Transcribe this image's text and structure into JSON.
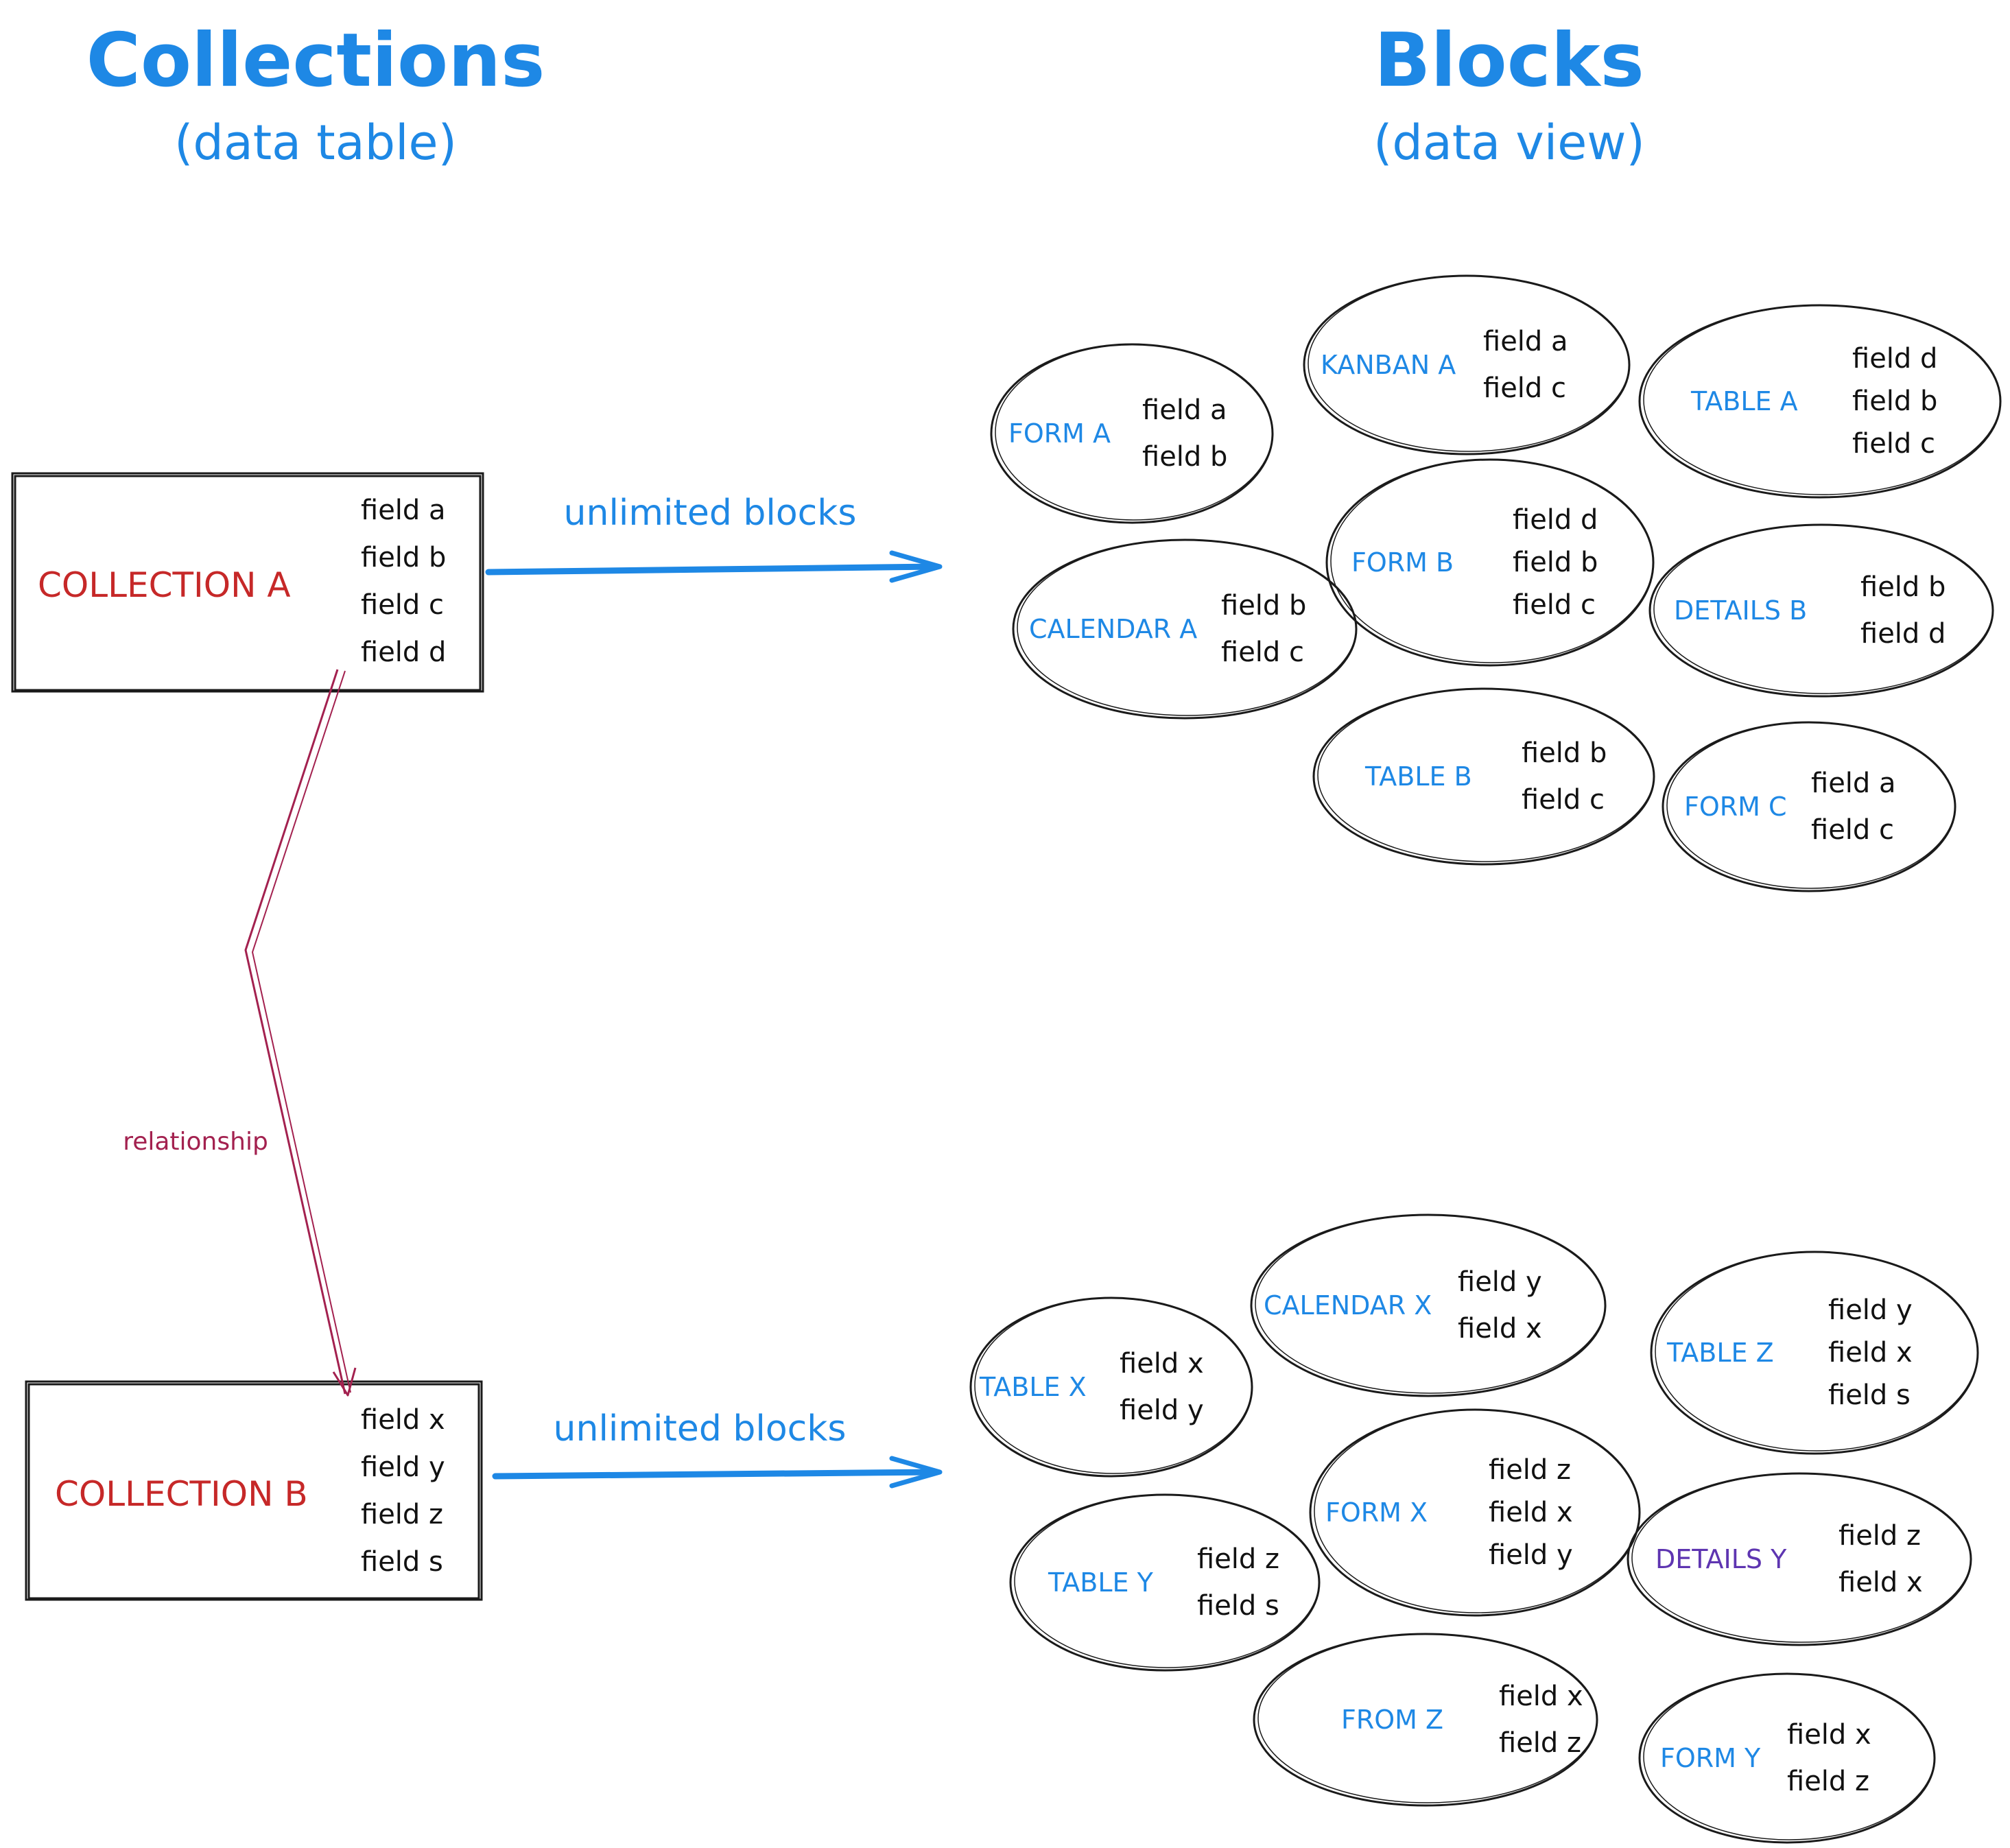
{
  "headers": {
    "collections_title": "Collections",
    "collections_subtitle": "(data table)",
    "blocks_title": "Blocks",
    "blocks_subtitle": "(data view)"
  },
  "colors": {
    "blue": "#1e88e5",
    "red": "#c62828",
    "relationship": "#a3214f",
    "purple": "#5e35b1",
    "ink": "#1a1a1a"
  },
  "collection_a": {
    "label": "COLLECTION A",
    "fields": [
      "field a",
      "field b",
      "field c",
      "field d"
    ]
  },
  "collection_b": {
    "label": "COLLECTION B",
    "fields": [
      "field x",
      "field y",
      "field z",
      "field s"
    ]
  },
  "arrow_a_label": "unlimited blocks",
  "arrow_b_label": "unlimited blocks",
  "relationship_label": "relationship",
  "blocks_a": [
    {
      "label": "FORM A",
      "fields": [
        "field a",
        "field b"
      ]
    },
    {
      "label": "KANBAN A",
      "fields": [
        "field a",
        "field c"
      ]
    },
    {
      "label": "TABLE A",
      "fields": [
        "field d",
        "field b",
        "field c"
      ]
    },
    {
      "label": "CALENDAR A",
      "fields": [
        "field b",
        "field c"
      ]
    },
    {
      "label": "FORM B",
      "fields": [
        "field d",
        "field b",
        "field c"
      ]
    },
    {
      "label": "DETAILS B",
      "fields": [
        "field b",
        "field d"
      ]
    },
    {
      "label": "TABLE B",
      "fields": [
        "field b",
        "field c"
      ]
    },
    {
      "label": "FORM C",
      "fields": [
        "field a",
        "field c"
      ]
    }
  ],
  "blocks_b": [
    {
      "label": "TABLE X",
      "fields": [
        "field x",
        "field y"
      ]
    },
    {
      "label": "CALENDAR X",
      "fields": [
        "field y",
        "field x"
      ]
    },
    {
      "label": "TABLE Z",
      "fields": [
        "field y",
        "field x",
        "field s"
      ]
    },
    {
      "label": "FORM X",
      "fields": [
        "field z",
        "field x",
        "field y"
      ]
    },
    {
      "label": "TABLE Y",
      "fields": [
        "field z",
        "field s"
      ]
    },
    {
      "label": "DETAILS Y",
      "fields": [
        "field z",
        "field x"
      ],
      "color": "#5e35b1"
    },
    {
      "label": "FROM Z",
      "fields": [
        "field x",
        "field z"
      ]
    },
    {
      "label": "FORM Y",
      "fields": [
        "field x",
        "field z"
      ]
    }
  ]
}
